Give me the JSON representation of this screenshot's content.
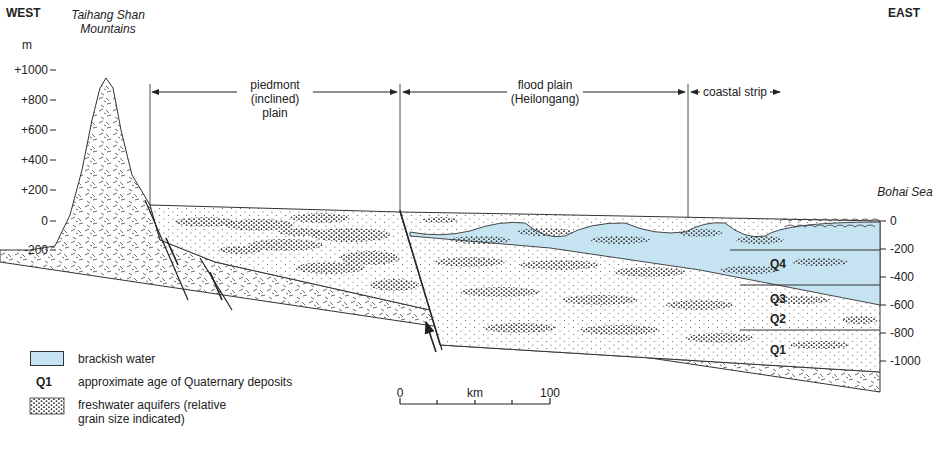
{
  "diagram": {
    "labels": [
      "WEST",
      "EAST",
      "Taihang Shan Mountains",
      "m",
      "+1000",
      "+800",
      "+600",
      "+400",
      "+200",
      "0",
      "-200",
      "piedmont (inclined) plain",
      "flood plain (Heilongang)",
      "coastal strip",
      "Bohai Sea",
      "0",
      "-200",
      "-400",
      "-600",
      "-800",
      "-1000",
      "Q4",
      "Q3",
      "Q2",
      "Q1",
      "Q1",
      "0",
      "km",
      "100"
    ],
    "legend": [
      {
        "text": "brackish water",
        "color": "#c6e3f1"
      },
      {
        "text": "approximate age of Quaternary deposits"
      },
      {
        "text": "freshwater aquifers (relative grain size indicated)"
      }
    ]
  }
}
